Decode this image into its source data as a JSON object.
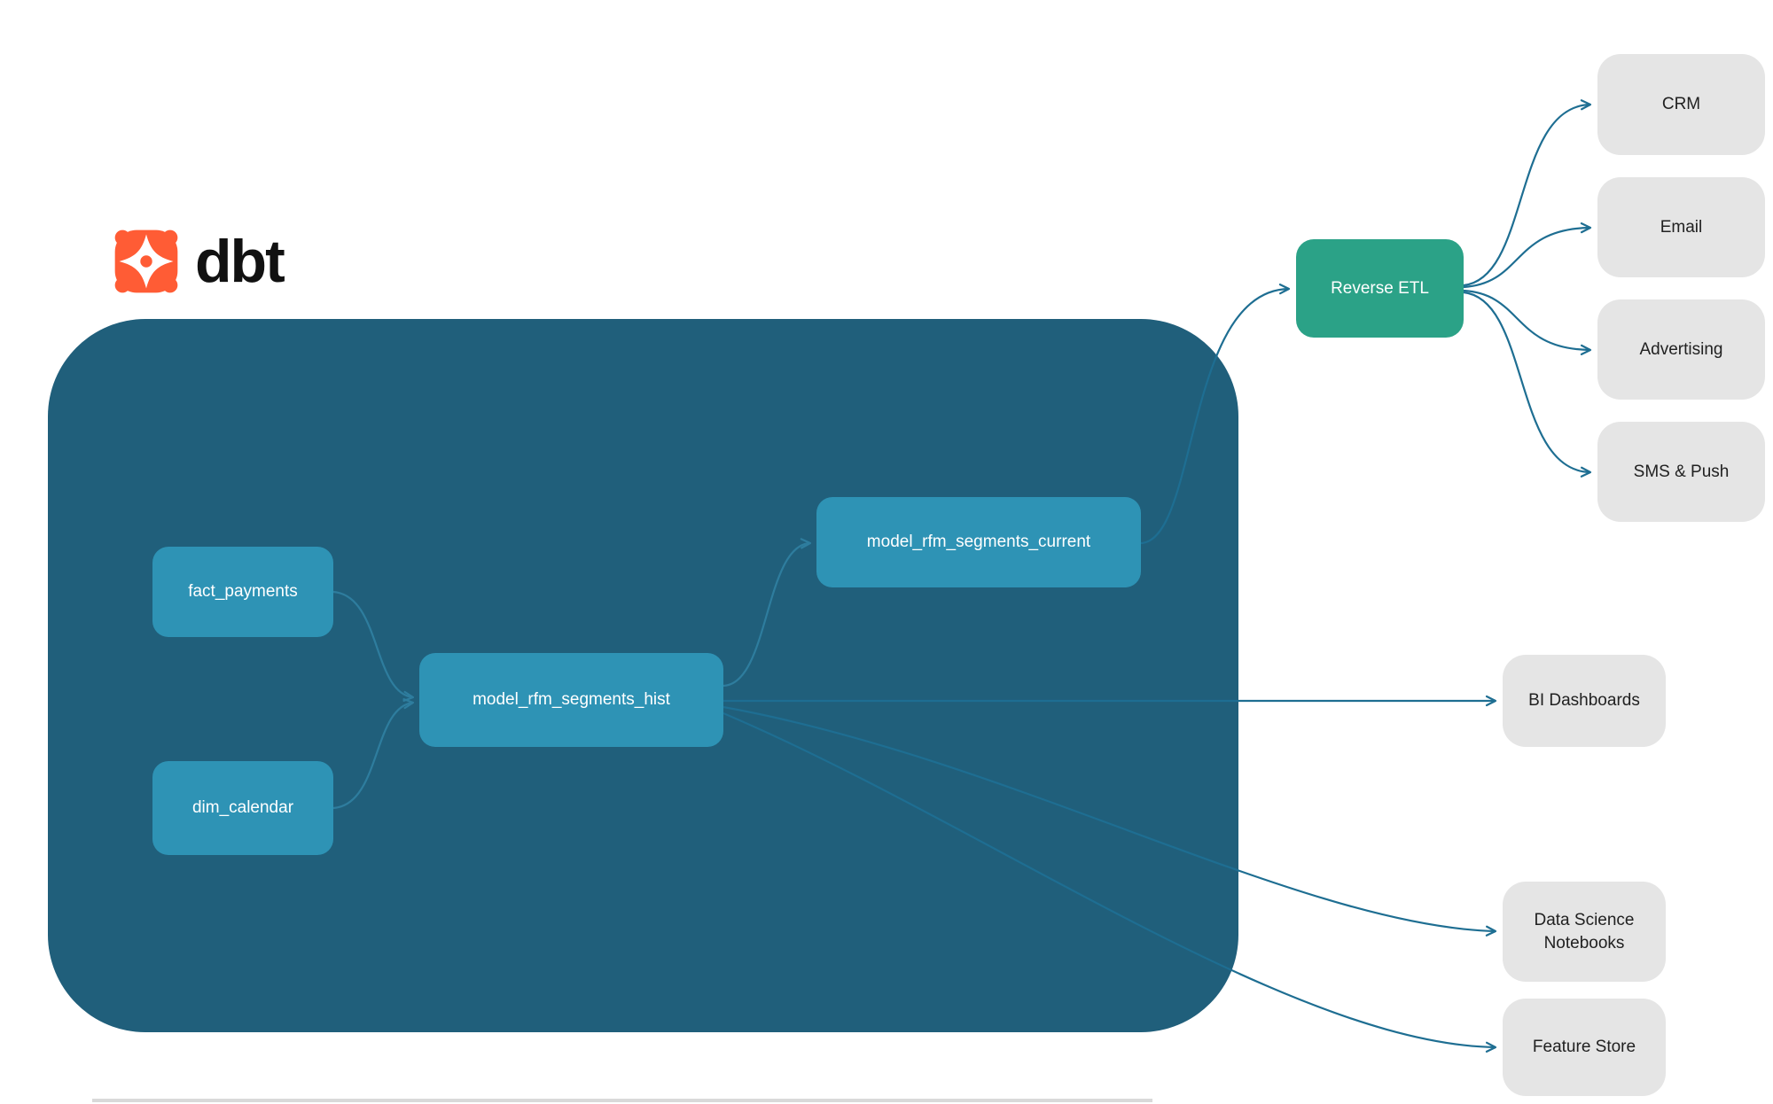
{
  "brand": {
    "wordmark": "dbt"
  },
  "nodes": {
    "fact_payments": {
      "label": "fact_payments"
    },
    "dim_calendar": {
      "label": "dim_calendar"
    },
    "model_rfm_segments_hist": {
      "label": "model_rfm_segments_hist"
    },
    "model_rfm_segments_current": {
      "label": "model_rfm_segments_current"
    },
    "reverse_etl": {
      "label": "Reverse ETL"
    },
    "crm": {
      "label": "CRM"
    },
    "email": {
      "label": "Email"
    },
    "advertising": {
      "label": "Advertising"
    },
    "sms_push": {
      "label": "SMS & Push"
    },
    "bi_dashboards": {
      "label": "BI Dashboards"
    },
    "data_science_notebooks": {
      "label": "Data Science Notebooks"
    },
    "feature_store": {
      "label": "Feature Store"
    }
  },
  "edges": [
    {
      "from": "fact_payments",
      "to": "model_rfm_segments_hist"
    },
    {
      "from": "dim_calendar",
      "to": "model_rfm_segments_hist"
    },
    {
      "from": "model_rfm_segments_hist",
      "to": "model_rfm_segments_current"
    },
    {
      "from": "model_rfm_segments_current",
      "to": "reverse_etl"
    },
    {
      "from": "reverse_etl",
      "to": "crm"
    },
    {
      "from": "reverse_etl",
      "to": "email"
    },
    {
      "from": "reverse_etl",
      "to": "advertising"
    },
    {
      "from": "reverse_etl",
      "to": "sms_push"
    },
    {
      "from": "model_rfm_segments_hist",
      "to": "bi_dashboards"
    },
    {
      "from": "model_rfm_segments_hist",
      "to": "data_science_notebooks"
    },
    {
      "from": "model_rfm_segments_hist",
      "to": "feature_store"
    }
  ],
  "colors": {
    "container": "#205F7B",
    "model_node": "#2E93B5",
    "reverse_etl_node": "#2BA287",
    "destination_node": "#E5E5E5",
    "edge": "#1E6E92",
    "brand_orange": "#FF5C35"
  }
}
